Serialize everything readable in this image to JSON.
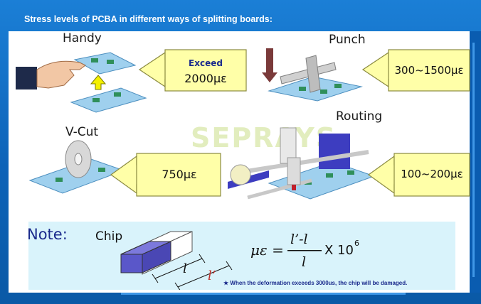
{
  "header": {
    "title": "Stress levels of PCBA in different ways of splitting boards:"
  },
  "methods": {
    "handy": {
      "label": "Handy",
      "box_line1": "Exceed",
      "box_line2": "2000με"
    },
    "punch": {
      "label": "Punch",
      "box_text": "300~1500με"
    },
    "vcut": {
      "label": "V-Cut",
      "box_text": "750με"
    },
    "routing": {
      "label": "Routing",
      "box_text": "100~200με"
    }
  },
  "watermark": {
    "text": "SEPRAYS"
  },
  "note": {
    "label": "Note:",
    "chip_label": "Chip",
    "dim_l": "l",
    "dim_l_prime": "l’",
    "formula_lhs": "με =",
    "formula_numerator": "l’-l",
    "formula_denominator": "l",
    "formula_multiplier": "X 10",
    "formula_exponent": "6",
    "footnote": "★ When the deformation exceeds 3000us, the chip will be damaged."
  },
  "colors": {
    "frame_blue": "#1b7fd6",
    "callout_yellow": "#ffffa8",
    "board_blue": "#9fd0ee",
    "chip_purple": "#5a57c9"
  }
}
